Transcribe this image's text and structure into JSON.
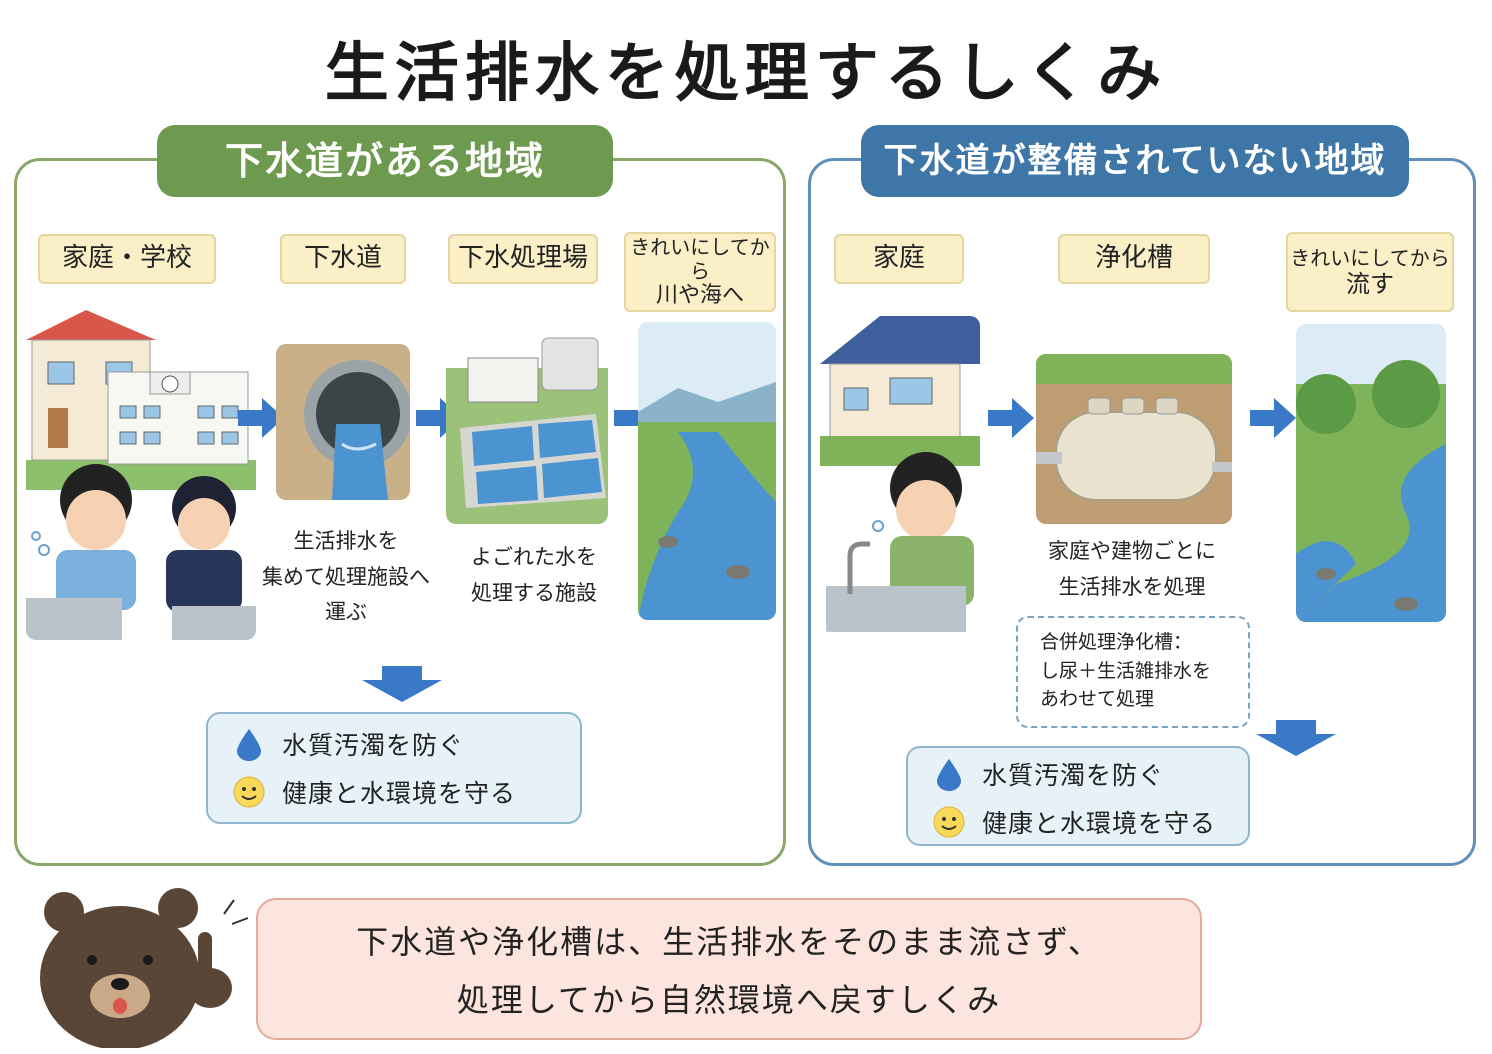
{
  "title": "生活排水を処理するしくみ",
  "left_panel": {
    "header": "下水道がある地域",
    "steps": [
      {
        "label": "家庭・学校"
      },
      {
        "label": "下水道",
        "caption": [
          "生活排水を",
          "集めて処理施設へ",
          "運ぶ"
        ]
      },
      {
        "label": "下水処理場",
        "caption": [
          "よごれた水を",
          "処理する施設"
        ]
      },
      {
        "label_lines": [
          "きれいにしてから",
          "川や海へ"
        ]
      }
    ],
    "benefits": [
      "水質汚濁を防ぐ",
      "健康と水環境を守る"
    ]
  },
  "right_panel": {
    "header": "下水道が整備されていない地域",
    "steps": [
      {
        "label": "家庭"
      },
      {
        "label": "浄化槽",
        "caption": [
          "家庭や建物ごとに",
          "生活排水を処理"
        ]
      },
      {
        "label_lines": [
          "きれいにしてから",
          "流す"
        ]
      }
    ],
    "note": [
      "合併処理浄化槽：",
      "し尿＋生活雑排水を",
      "あわせて処理"
    ],
    "benefits": [
      "水質汚濁を防ぐ",
      "健康と水環境を守る"
    ]
  },
  "message": [
    "下水道や浄化槽は、生活排水をそのまま流さず、",
    "処理してから自然環境へ戻すしくみ"
  ],
  "colors": {
    "left_accent": "#6e9a4f",
    "right_accent": "#3f76a8",
    "arrow": "#3a78c8",
    "label_bg": "#fbefc8"
  },
  "icons": [
    "water-drop-icon",
    "smiley-icon",
    "arrow-right-icon",
    "arrow-down-icon",
    "bear-mascot"
  ]
}
